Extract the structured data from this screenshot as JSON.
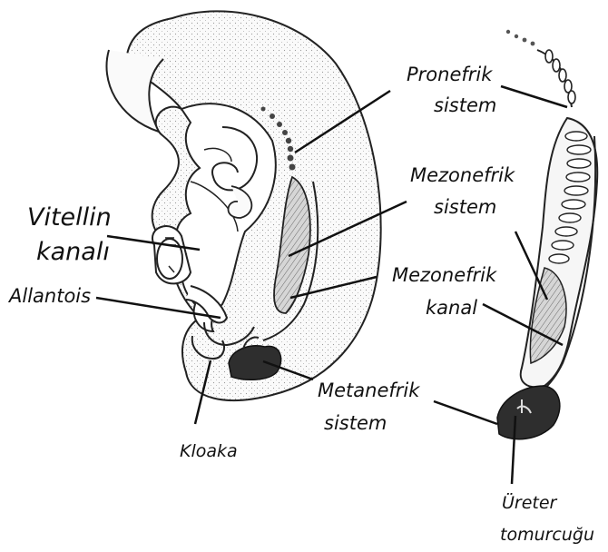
{
  "labels": {
    "pronefrik_line1": "Pronefrik",
    "pronefrik_line2": "sistem",
    "mezonefrik_sistem_line1": "Mezonefrik",
    "mezonefrik_sistem_line2": "sistem",
    "vitellin_line1": "Vitellin",
    "vitellin_line2": "kanalı",
    "allantois": "Allantois",
    "mezonefrik_kanal_line1": "Mezonefrik",
    "mezonefrik_kanal_line2": "kanal",
    "metanefrik_line1": "Metanefrik",
    "metanefrik_line2": "sistem",
    "kloaka": "Kloaka",
    "ureter_line1": "Üreter",
    "ureter_line2": "tomurcuğu"
  },
  "colors": {
    "outline": "#222222",
    "embryo_fill": "#f4f4f4",
    "mesonephros_fill": "#cfcfcf",
    "metanephros_fill": "#2e2e2e"
  }
}
